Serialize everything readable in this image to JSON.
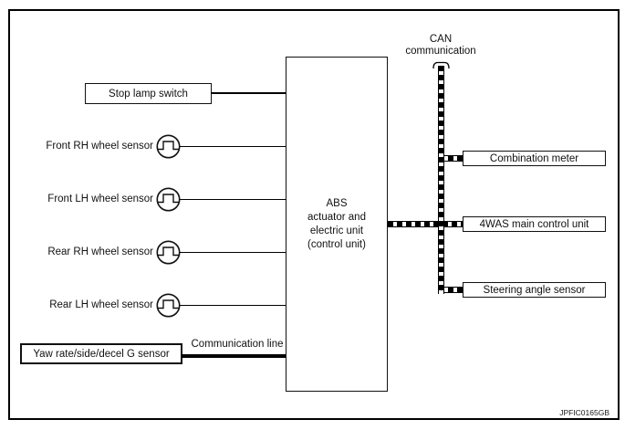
{
  "diagram": {
    "title_hidden": "",
    "center_unit": {
      "label": "ABS\nactuator and\nelectric unit\n(control unit)"
    },
    "left": {
      "stop_lamp_switch": "Stop lamp switch",
      "wheel_sensors": [
        {
          "label": "Front RH wheel sensor",
          "icon": "pulse-signal-icon"
        },
        {
          "label": "Front LH wheel sensor",
          "icon": "pulse-signal-icon"
        },
        {
          "label": "Rear RH wheel sensor",
          "icon": "pulse-signal-icon"
        },
        {
          "label": "Rear LH wheel sensor",
          "icon": "pulse-signal-icon"
        }
      ],
      "yaw_rate_sensor": "Yaw rate/side/decel G sensor",
      "communication_line_label": "Communication line"
    },
    "can": {
      "label": "CAN\ncommunication",
      "nodes": [
        {
          "label": "Combination meter"
        },
        {
          "label": "4WAS main control unit"
        },
        {
          "label": "Steering angle sensor"
        }
      ]
    },
    "figure_code": "JPFIC0165GB",
    "colors": {
      "line": "#000000",
      "background": "#ffffff"
    }
  }
}
